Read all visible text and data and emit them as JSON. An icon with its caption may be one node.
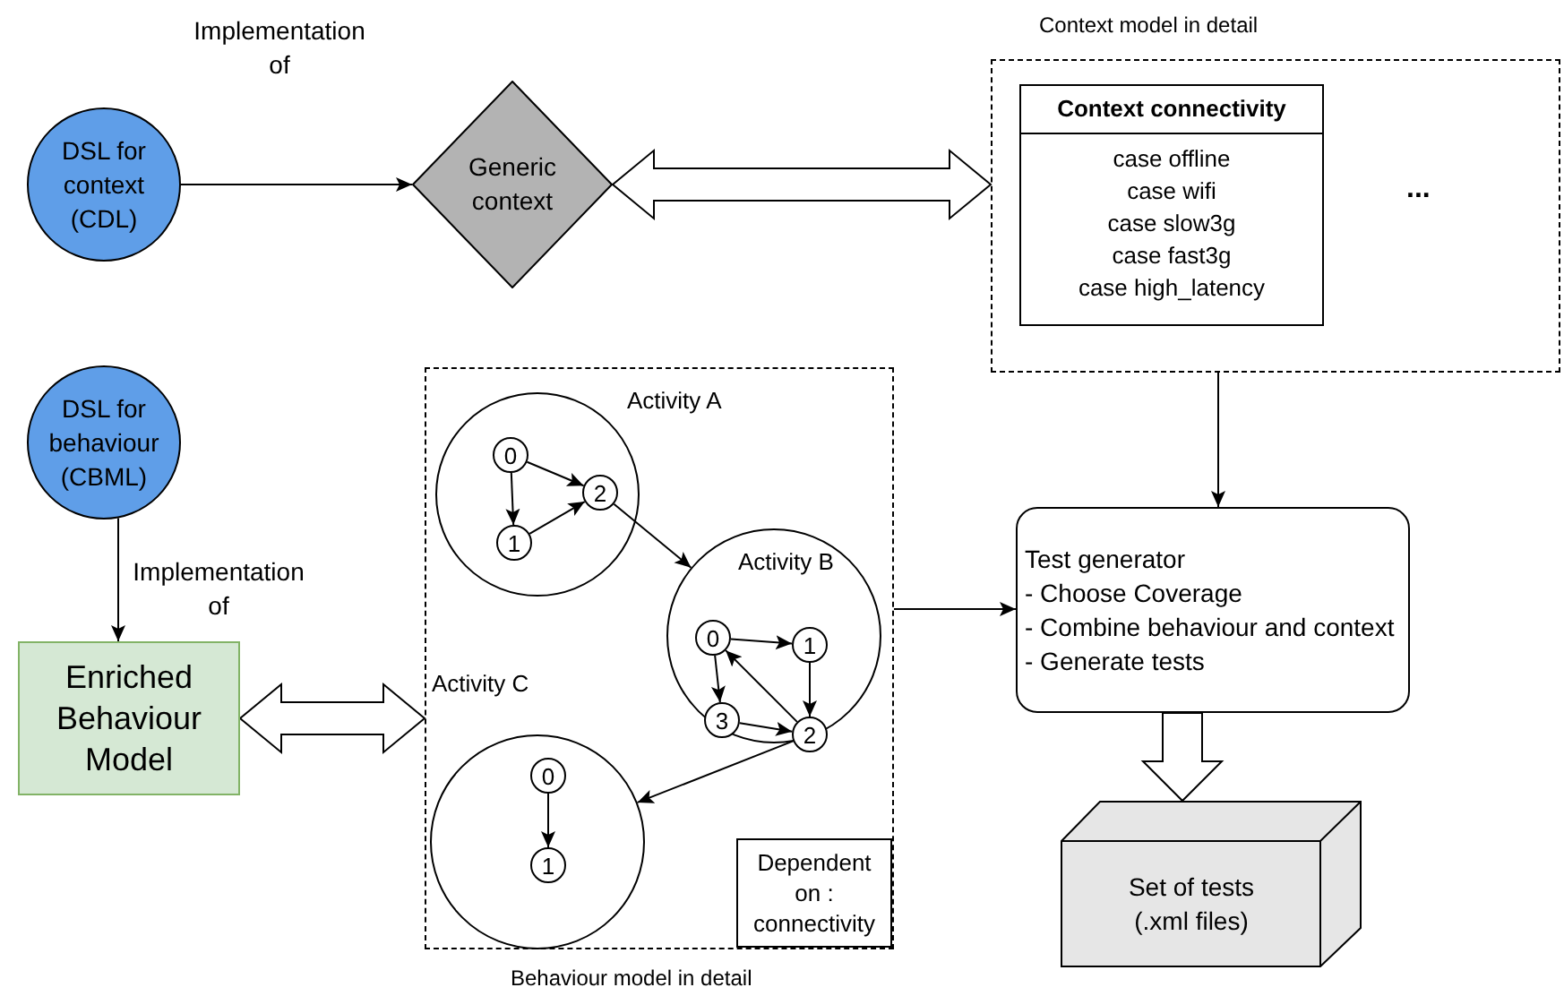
{
  "diagram": {
    "nodes": [
      {
        "text": [
          "DSL for context (CDL)"
        ]
      },
      {
        "text": [
          "Generic context"
        ]
      },
      {
        "text": [
          "Context model in detail",
          "..."
        ]
      },
      {
        "text": [
          "Context connectivity",
          "case offline",
          "case wifi",
          "case slow3g",
          "case fast3g",
          "case high_latency"
        ],
        "in": 2
      },
      {
        "text": [
          "DSL for behaviour (CBML)"
        ]
      },
      {
        "text": [
          "Enriched Behaviour Model"
        ]
      },
      {
        "text": [
          "Behaviour model in detail"
        ]
      },
      {
        "text": [
          "Activity A"
        ],
        "in": 6
      },
      {
        "text": [
          "0"
        ],
        "in": 7
      },
      {
        "text": [
          "1"
        ],
        "in": 7
      },
      {
        "text": [
          "2"
        ],
        "in": 7
      },
      {
        "text": [
          "Activity B"
        ],
        "in": 6
      },
      {
        "text": [
          "0"
        ],
        "in": 11
      },
      {
        "text": [
          "1"
        ],
        "in": 11
      },
      {
        "text": [
          "3"
        ],
        "in": 11
      },
      {
        "text": [
          "2"
        ],
        "in": 11
      },
      {
        "text": [
          "Activity C"
        ],
        "in": 6
      },
      {
        "text": [
          "0"
        ],
        "in": 16
      },
      {
        "text": [
          "1"
        ],
        "in": 16
      },
      {
        "text": [
          "Dependent on : connectivity"
        ],
        "in": 6
      },
      {
        "text": [
          "Test generator",
          "- Choose Coverage",
          "- Combine behaviour and context",
          "- Generate tests"
        ]
      },
      {
        "text": [
          "Set of tests",
          "(.xml files)"
        ]
      }
    ],
    "edges": [
      {
        "from": 0,
        "to": 1,
        "arrow": "to",
        "label": "Implementation of"
      },
      {
        "from": 1,
        "to": 2,
        "arrow": "both",
        "style": "thick"
      },
      {
        "from": 2,
        "to": 20,
        "arrow": "to"
      },
      {
        "from": 4,
        "to": 5,
        "arrow": "to",
        "label": "Implementation of"
      },
      {
        "from": 5,
        "to": 6,
        "arrow": "both",
        "style": "thick"
      },
      {
        "from": 6,
        "to": 20,
        "arrow": "to"
      },
      {
        "from": 20,
        "to": 21,
        "arrow": "to",
        "style": "thick"
      },
      {
        "from": 8,
        "to": 10,
        "arrow": "to"
      },
      {
        "from": 8,
        "to": 9,
        "arrow": "to"
      },
      {
        "from": 9,
        "to": 10,
        "arrow": "to"
      },
      {
        "from": 10,
        "to": 11,
        "arrow": "to"
      },
      {
        "from": 12,
        "to": 13,
        "arrow": "to"
      },
      {
        "from": 13,
        "to": 15,
        "arrow": "to"
      },
      {
        "from": 15,
        "to": 12,
        "arrow": "to"
      },
      {
        "from": 12,
        "to": 14,
        "arrow": "to"
      },
      {
        "from": 14,
        "to": 15,
        "arrow": "to"
      },
      {
        "from": 15,
        "to": 16,
        "arrow": "to"
      },
      {
        "from": 17,
        "to": 18,
        "arrow": "to"
      }
    ]
  }
}
